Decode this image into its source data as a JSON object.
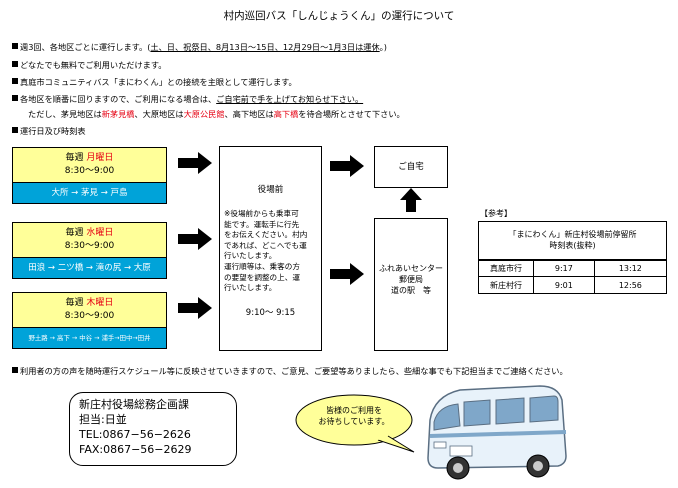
{
  "title": "村内巡回バス「しんじょうくん」の運行について",
  "notes": {
    "n1_pre": "週3回、各地区ごとに運行します。(",
    "n1_ul": "土、日、祝祭日、8月13日〜15日、12月29日〜1月3日は運休",
    "n1_post": "。)",
    "n2": "どなたでも無料でご利用いただけます。",
    "n3": "真庭市コミュニティバス「まにわくん」との接続を主眼として運行します。",
    "n4_pre": "各地区を順番に回りますので、ご利用になる場合は、",
    "n4_ul": "ご自宅前で手を上げてお知らせ下さい。",
    "n5_a": "ただし、茅見地区は",
    "n5_b": "新茅見橋",
    "n5_c": "、大原地区は",
    "n5_d": "大原公民館",
    "n5_e": "、高下地区は",
    "n5_f": "高下橋",
    "n5_g": "を待合場所とさせて下さい。",
    "n6": "運行日及び時刻表",
    "n7": "利用者の方の声を随時運行スケジュール等に反映させていきますので、ご意見、ご要望等ありましたら、些細な事でも下記担当までご連絡ください。"
  },
  "days": [
    {
      "prefix": "毎週 ",
      "day": "月曜日",
      "time": "8:30〜9:00",
      "route": "大所 → 茅見 → 戸島"
    },
    {
      "prefix": "毎週 ",
      "day": "水曜日",
      "time": "8:30〜9:00",
      "route": "田浪 → 二ツ橋 → 滝の尻 → 大原"
    },
    {
      "prefix": "毎週 ",
      "day": "木曜日",
      "time": "8:30〜9:00",
      "route": "野土路 → 高下 → 中谷 → 浦手→田中→田井"
    }
  ],
  "office_box": {
    "heading": "役場前",
    "lines": [
      "※役場前からも乗車可",
      "能です。運転手に行先",
      "をお伝えください。村内",
      "であれば、どこへでも運",
      "行いたします。",
      "運行順等は、乗客の方",
      "の要望を調整の上、運",
      "行いたします。"
    ],
    "time": "9:10〜 9:15"
  },
  "home_label": "ご自宅",
  "center_lines": [
    "ふれあいセンター",
    "郵便局",
    "道の駅　等"
  ],
  "reference": {
    "label": "【参考】",
    "caption1": "「まにわくん」新庄村役場前停留所",
    "caption2": "時刻表(抜粋)",
    "rows": [
      {
        "dest": "真庭市行",
        "t1": "9:17",
        "t2": "13:12"
      },
      {
        "dest": "新庄村行",
        "t1": "9:01",
        "t2": "12:56"
      }
    ]
  },
  "contact": {
    "dept": "新庄村役場総務企画課",
    "person": "担当:日並",
    "tel": "TEL:0867−56−2626",
    "fax": "FAX:0867−56−2629"
  },
  "bubble": {
    "line1": "皆様のご利用を",
    "line2": "お待ちしています。"
  },
  "colors": {
    "day_bg": "#ffff99",
    "route_bg": "#00a3d9",
    "highlight": "#e60012",
    "bus_body": "#e8f2fa"
  }
}
